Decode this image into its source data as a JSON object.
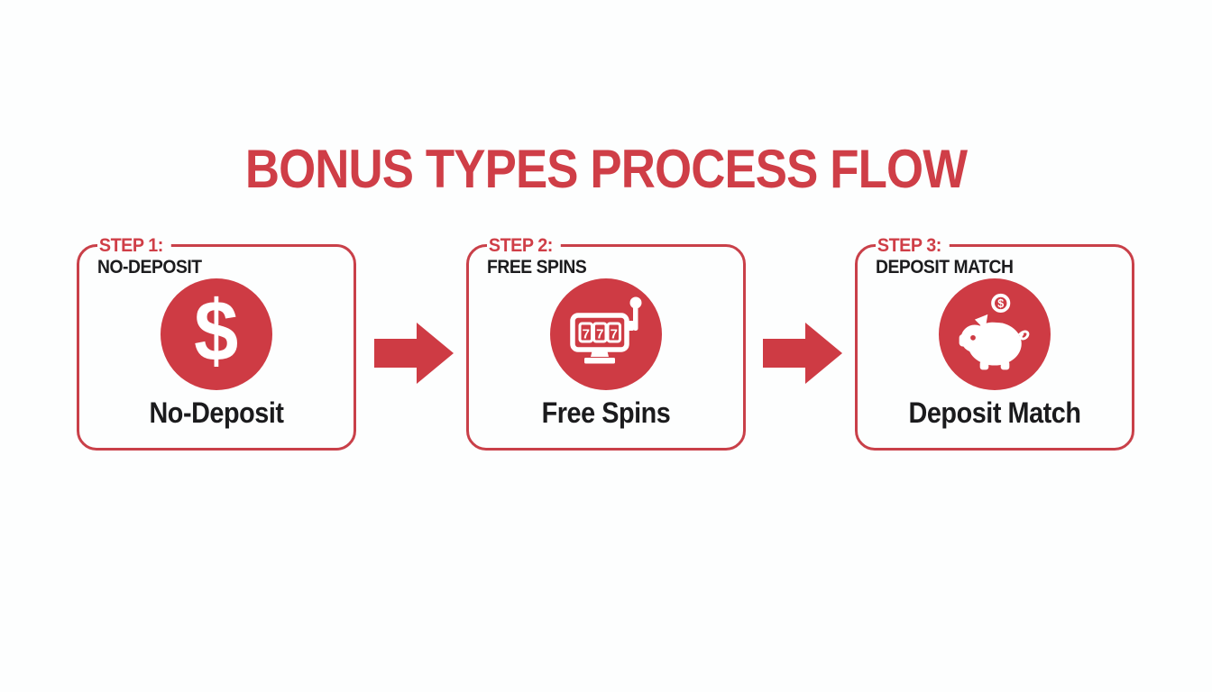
{
  "title": "BONUS TYPES PROCESS FLOW",
  "colors": {
    "accent_red": "#ce3b44",
    "border_red": "#c94049",
    "title_red": "#cf3e47",
    "text_dark": "#1b1b1d",
    "background": "#fdfefe"
  },
  "steps": [
    {
      "label": "STEP 1:",
      "sublabel": "NO-DEPOSIT",
      "name": "No-Deposit",
      "icon": "dollar-sign-icon",
      "symbol": "$"
    },
    {
      "label": "STEP 2:",
      "sublabel": "FREE SPINS",
      "name": "Free Spins",
      "icon": "slot-machine-icon",
      "digits": [
        "7",
        "7",
        "7"
      ]
    },
    {
      "label": "STEP 3:",
      "sublabel": "DEPOSIT MATCH",
      "name": "Deposit Match",
      "icon": "piggy-bank-icon",
      "coin_symbol": "$"
    }
  ]
}
